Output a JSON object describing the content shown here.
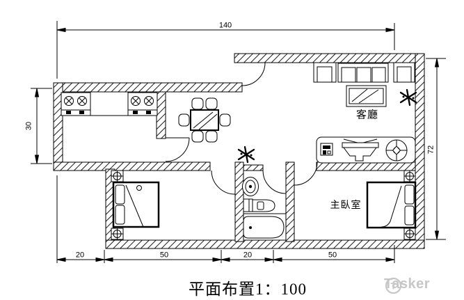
{
  "drawing": {
    "title": "平面布置1：100",
    "rooms": {
      "living_room": "客廳",
      "master_bedroom": "主臥室"
    },
    "dimensions": {
      "top_width": "140",
      "left_height": "30",
      "right_height": "72",
      "bottom_segments": [
        "20",
        "50",
        "20",
        "50"
      ]
    }
  },
  "watermark": {
    "logo_letter": "T",
    "brand": "Tasker"
  },
  "colors": {
    "line": "#000000",
    "background": "#ffffff",
    "watermark": "#c6c6c6"
  }
}
